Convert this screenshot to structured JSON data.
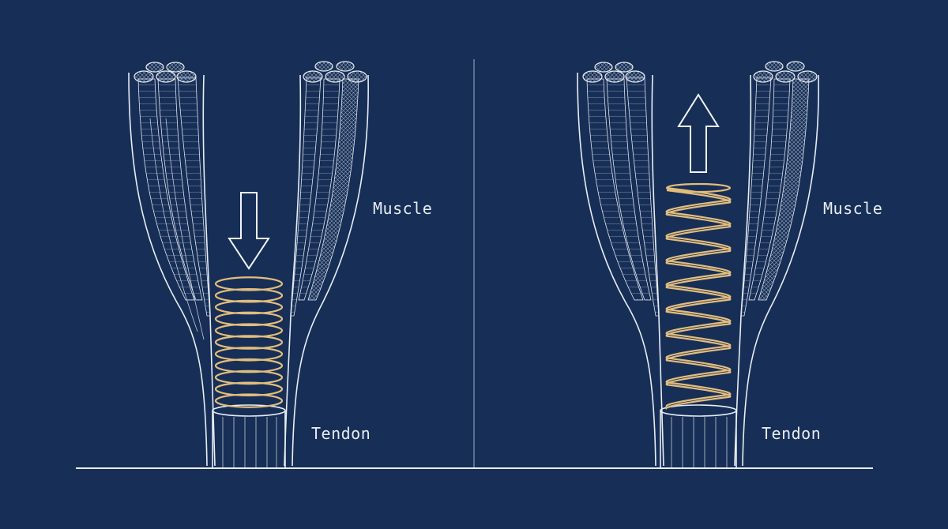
{
  "panels": [
    {
      "id": "compressed",
      "muscle_label": "Muscle",
      "tendon_label": "Tendon",
      "arrow_direction": "down",
      "spring_state": "compressed"
    },
    {
      "id": "extended",
      "muscle_label": "Muscle",
      "tendon_label": "Tendon",
      "arrow_direction": "up",
      "spring_state": "extended"
    }
  ],
  "colors": {
    "background": "#172f57",
    "line": "#e9edf3",
    "spring": "#e3bd7d"
  }
}
